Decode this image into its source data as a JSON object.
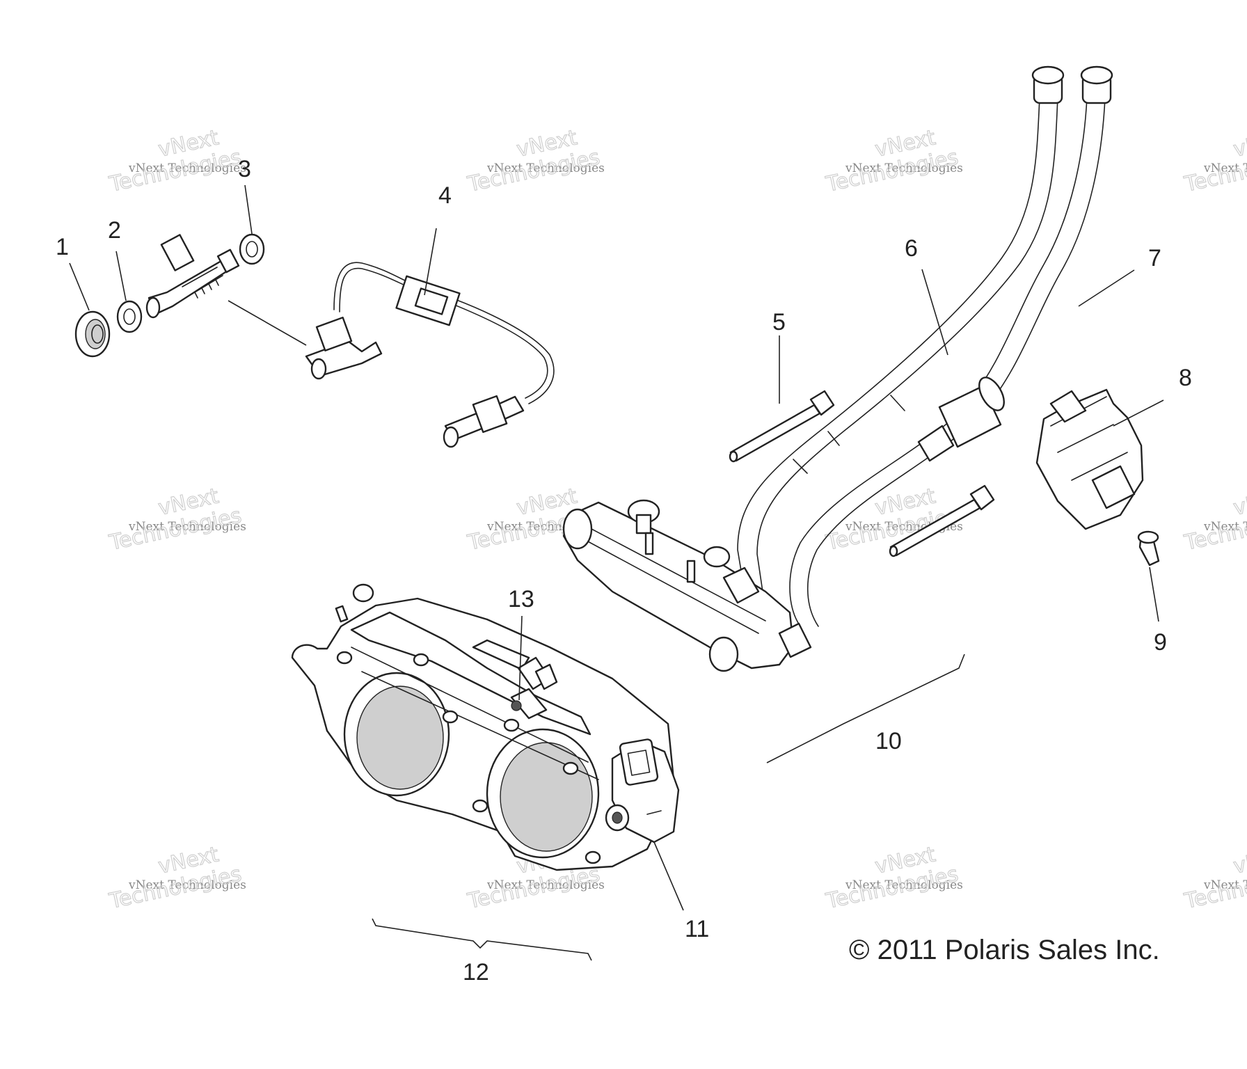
{
  "callouts": [
    {
      "id": "1",
      "label": "1"
    },
    {
      "id": "2",
      "label": "2"
    },
    {
      "id": "3",
      "label": "3"
    },
    {
      "id": "4",
      "label": "4"
    },
    {
      "id": "5",
      "label": "5"
    },
    {
      "id": "6",
      "label": "6"
    },
    {
      "id": "7",
      "label": "7"
    },
    {
      "id": "8",
      "label": "8"
    },
    {
      "id": "9",
      "label": "9"
    },
    {
      "id": "10",
      "label": "10"
    },
    {
      "id": "11",
      "label": "11"
    },
    {
      "id": "12",
      "label": "12"
    },
    {
      "id": "13",
      "label": "13"
    }
  ],
  "copyright": "© 2011 Polaris Sales Inc.",
  "watermark": {
    "line1": "vNext",
    "line2": "vNext Technologies",
    "line3": "Technologies"
  },
  "colors": {
    "ink": "#222222",
    "watermark": "#cfcfcf",
    "background": "#ffffff"
  }
}
